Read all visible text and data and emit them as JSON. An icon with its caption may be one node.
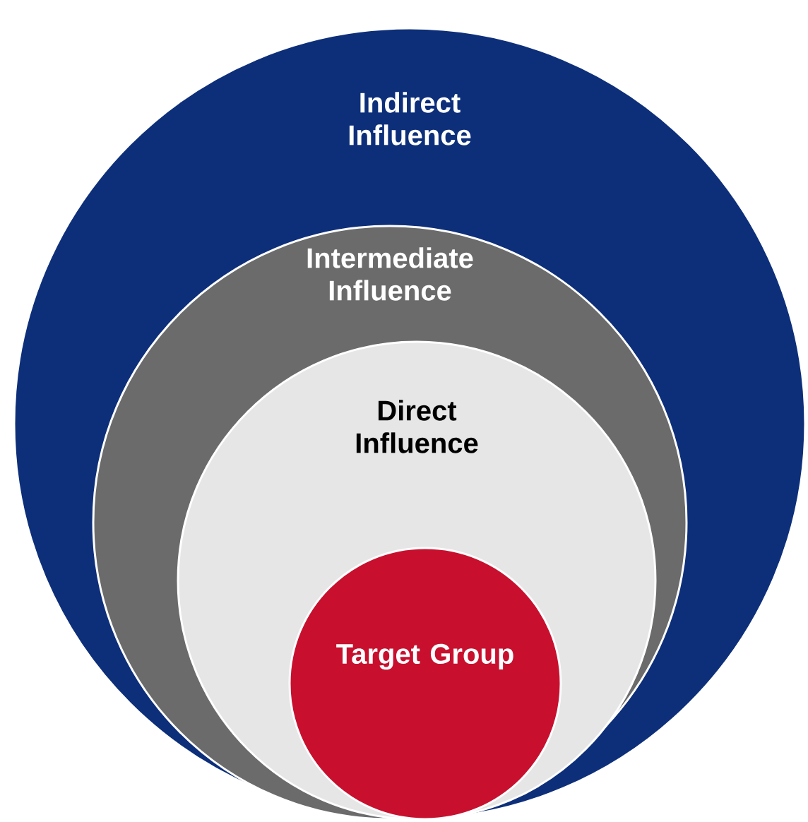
{
  "diagram": {
    "nodes": [
      {
        "text": [
          "Indirect Influence"
        ]
      },
      {
        "text": [
          "Intermediate Influence"
        ],
        "in": 0
      },
      {
        "text": [
          "Direct Influence"
        ],
        "in": 1
      },
      {
        "text": [
          "Target Group"
        ],
        "in": 2
      }
    ]
  }
}
